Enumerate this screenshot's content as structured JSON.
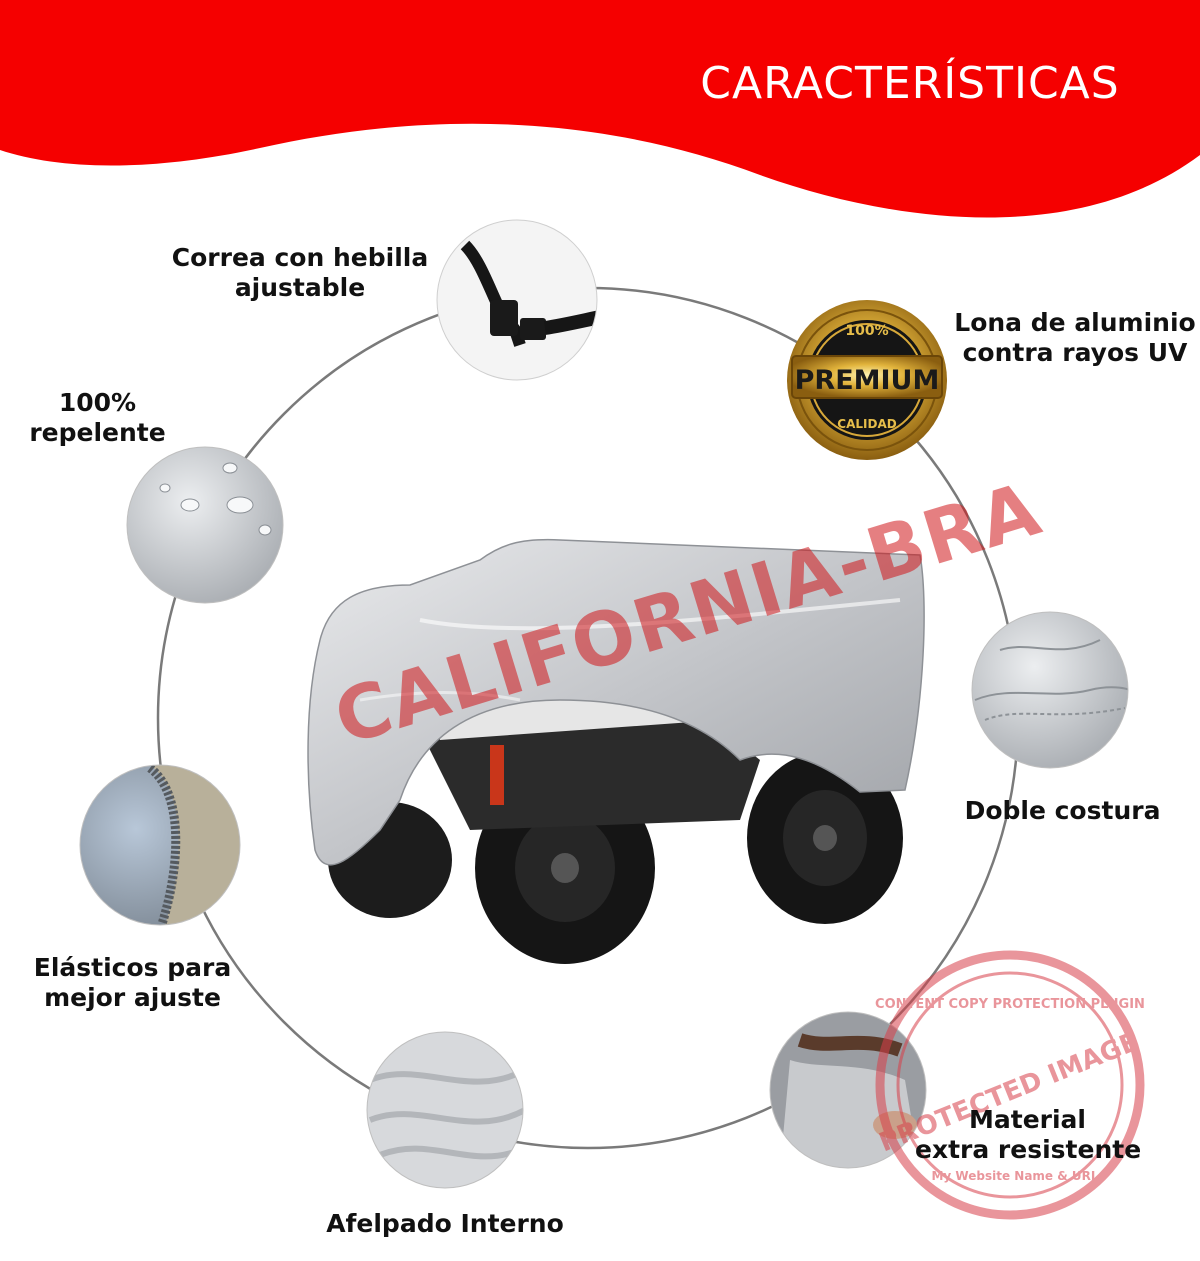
{
  "header": {
    "title": "CARACTERÍSTICAS",
    "band_color": "#f50000"
  },
  "features": {
    "strap": {
      "line1": "Correa con hebilla",
      "line2": "ajustable",
      "icon": "strap-buckle-icon"
    },
    "aluminum": {
      "line1": "Lona de aluminio",
      "line2": "contra rayos UV"
    },
    "repellent": {
      "line1": "100%",
      "line2": "repelente",
      "icon": "water-drops-icon"
    },
    "double_stitch": {
      "line1": "Doble costura",
      "icon": "stitched-fabric-icon"
    },
    "elastic": {
      "line1": "Elásticos para",
      "line2": "mejor ajuste",
      "icon": "elastic-hem-icon"
    },
    "plush": {
      "line1": "Afelpado Interno",
      "icon": "plush-fabric-icon"
    },
    "resistant": {
      "line1": "Material",
      "line2": "extra resistente",
      "icon": "tear-resistant-icon"
    }
  },
  "premium_badge": {
    "top": "100%",
    "main": "PREMIUM",
    "bottom": "CALIDAD"
  },
  "product": {
    "watermark": "CALIFORNIA-BRA",
    "icon": "covered-atv-icon"
  },
  "protection_stamp": {
    "line_outer": "CONTENT COPY PROTECTION PLUGIN",
    "line_main": "PROTECTED IMAGE",
    "line_bottom": "My Website Name & URL"
  }
}
